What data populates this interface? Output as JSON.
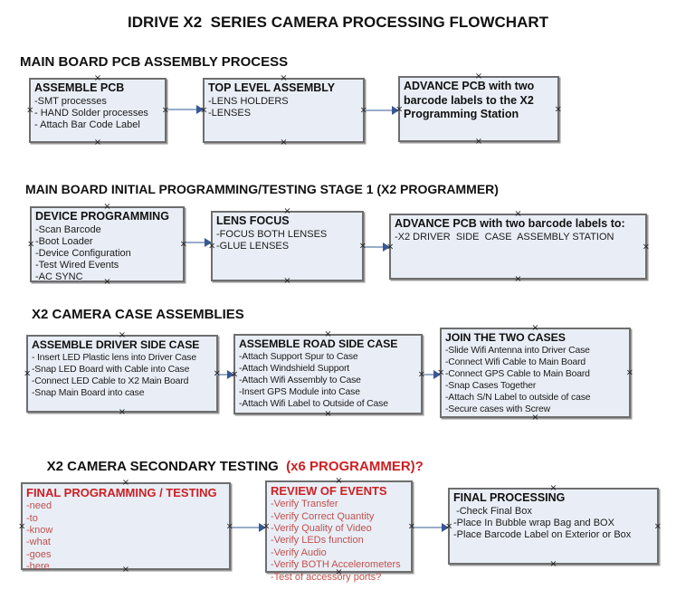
{
  "title": "IDRIVE X2  SERIES CAMERA PROCESSING FLOWCHART",
  "handle_glyph": "×",
  "colors": {
    "box_fill": "#e9eef6",
    "box_border": "#6e6e6e",
    "arrow_line": "#98acc9",
    "arrow_head": "#3a5795",
    "red_title": "#cc2024",
    "red_body": "#c0504d"
  },
  "sections": {
    "s1": {
      "header": "MAIN BOARD PCB ASSEMBLY PROCESS"
    },
    "s2": {
      "header": "MAIN BOARD INITIAL PROGRAMMING/TESTING STAGE 1 (X2 PROGRAMMER)"
    },
    "s3": {
      "header": "X2 CAMERA CASE ASSEMBLIES"
    },
    "s4": {
      "header_black": "X2 CAMERA SECONDARY TESTING  ",
      "header_red": "(x6 PROGRAMMER)?"
    }
  },
  "boxes": {
    "assemble_pcb": {
      "title": "ASSEMBLE PCB",
      "items": [
        "-SMT processes",
        "- HAND Solder processes",
        "- Attach Bar Code Label"
      ]
    },
    "top_level_assembly": {
      "title": "TOP LEVEL ASSEMBLY",
      "items": [
        "-LENS HOLDERS",
        "-LENSES"
      ]
    },
    "advance_pcb_1": {
      "title": "ADVANCE PCB with two barcode labels to the X2 Programming Station"
    },
    "device_programming": {
      "title": "DEVICE PROGRAMMING",
      "items": [
        "-Scan Barcode",
        "-Boot Loader",
        "-Device Configuration",
        "-Test Wired Events",
        "-AC SYNC"
      ]
    },
    "lens_focus": {
      "title": "LENS FOCUS",
      "items": [
        "-FOCUS BOTH LENSES",
        "-GLUE LENSES"
      ]
    },
    "advance_pcb_2": {
      "title": "ADVANCE PCB with two barcode labels to:",
      "items": [
        "-X2 DRIVER  SIDE  CASE  ASSEMBLY STATION"
      ]
    },
    "driver_side_case": {
      "title": "ASSEMBLE DRIVER SIDE CASE",
      "items": [
        "- Insert LED Plastic lens into Driver Case",
        "-Snap LED Board with Cable into Case",
        "-Connect LED Cable to X2 Main Board",
        "-Snap Main Board into case"
      ]
    },
    "road_side_case": {
      "title": "ASSEMBLE ROAD SIDE CASE",
      "items": [
        "-Attach Support Spur to Case",
        "-Attach Windshield Support",
        "-Attach Wifi Assembly to Case",
        "-Insert GPS Module into Case",
        "-Attach Wifi Label to Outside of Case"
      ]
    },
    "join_cases": {
      "title": "JOIN THE TWO CASES",
      "items": [
        "-Slide Wifi Antenna into Driver Case",
        "-Connect Wifi Cable to Main Board",
        "-Connect GPS Cable to Main Board",
        "-Snap Cases Together",
        "-Attach S/N Label to outside of case",
        "-Secure cases with Screw"
      ]
    },
    "final_programming": {
      "title": "FINAL PROGRAMMING / TESTING",
      "items": [
        "-need",
        "-to",
        "-know",
        "-what",
        "-goes",
        "-here"
      ]
    },
    "review_of_events": {
      "title": "REVIEW OF EVENTS",
      "items": [
        "-Verify Transfer",
        "-Verify Correct Quantity",
        "-Verify Quality of Video",
        "-Verify LEDs function",
        "-Verify Audio",
        "-Verify BOTH Accelerometers",
        "-Test of accessory ports?"
      ]
    },
    "final_processing": {
      "title": "FINAL PROCESSING",
      "items": [
        " -Check Final Box",
        "-Place In Bubble wrap Bag and BOX",
        "-Place Barcode Label on Exterior or Box"
      ]
    }
  }
}
